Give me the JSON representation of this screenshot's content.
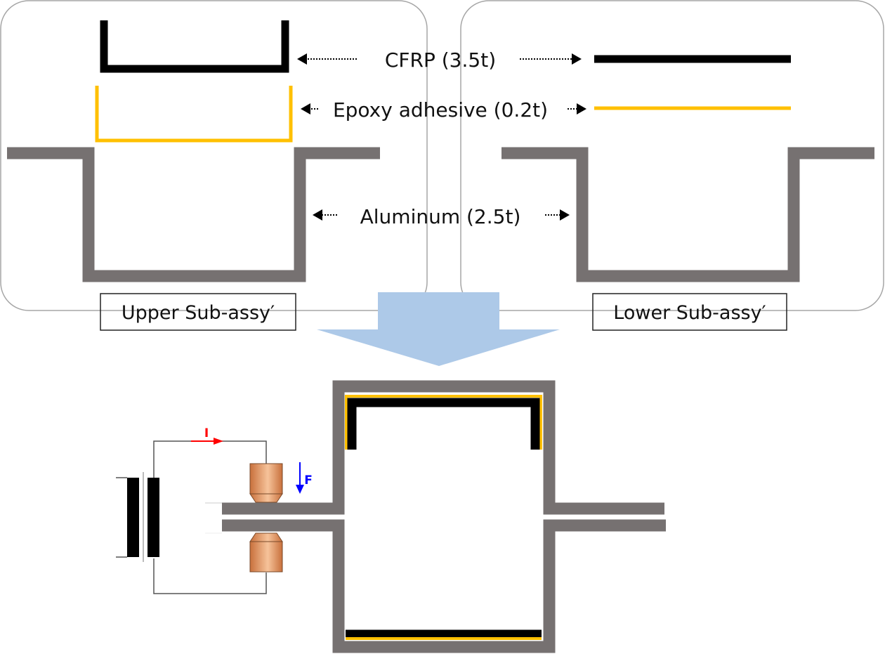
{
  "colors": {
    "cfrp": "#000000",
    "epoxy": "#ffc000",
    "aluminum": "#767171",
    "panel_border": "#a6a6a6",
    "process_arrow": "#adc9e8",
    "current": "#ff0000",
    "force": "#0000ff",
    "electrode": "#dd8a55",
    "wire": "#555555"
  },
  "labels": {
    "cfrp": "CFRP (3.5t)",
    "epoxy": "Epoxy adhesive (0.2t)",
    "aluminum": "Aluminum (2.5t)"
  },
  "panels": {
    "upper": {
      "title": "Upper Sub-assy′"
    },
    "lower": {
      "title": "Lower Sub-assy′"
    }
  },
  "welding": {
    "current_symbol": "I",
    "force_symbol": "F"
  }
}
